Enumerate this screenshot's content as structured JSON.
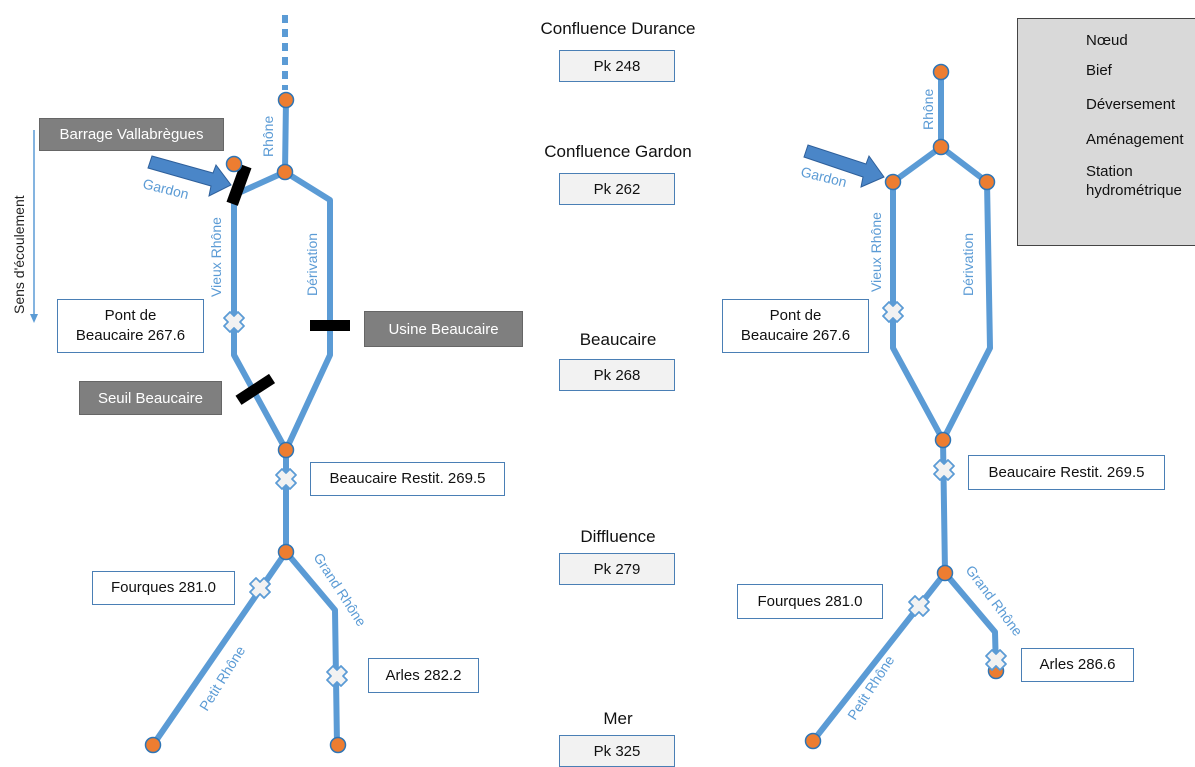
{
  "colors": {
    "river": "#5b9bd5",
    "node_fill": "#ed7d31",
    "node_stroke": "#2e75b6",
    "structure": "#000000",
    "tributary_arrow": "#4a86c8",
    "discharge_arrow": "#70ad47",
    "station_fill": "#f2f2f2",
    "station_stroke": "#5b9bd5",
    "label_box_border": "#4a7fb5",
    "work_box_fill": "#7f7f7f"
  },
  "sens": {
    "label": "Sens d'écoulement"
  },
  "pk_sections": [
    {
      "title": "Confluence Durance",
      "pk": "Pk 248"
    },
    {
      "title": "Confluence Gardon",
      "pk": "Pk 262"
    },
    {
      "title": "Beaucaire",
      "pk": "Pk 268"
    },
    {
      "title": "Diffluence",
      "pk": "Pk 279"
    },
    {
      "title": "Mer",
      "pk": "Pk 325"
    }
  ],
  "left_diagram": {
    "rivers": {
      "rhone": "Rhône",
      "gardon": "Gardon",
      "vieux_rhone": "Vieux Rhône",
      "derivation": "Dérivation",
      "grand_rhone": "Grand Rhône",
      "petit_rhone": "Petit Rhône"
    },
    "structures": {
      "barrage": "Barrage Vallabrègues",
      "usine": "Usine Beaucaire",
      "seuil": "Seuil Beaucaire"
    },
    "stations": {
      "pont_line1": "Pont de",
      "pont_line2": "Beaucaire 267.6",
      "restit": "Beaucaire Restit. 269.5",
      "fourques": "Fourques 281.0",
      "arles": "Arles 282.2"
    }
  },
  "right_diagram": {
    "rivers": {
      "rhone": "Rhône",
      "gardon": "Gardon",
      "vieux_rhone": "Vieux Rhône",
      "derivation": "Dérivation",
      "grand_rhone": "Grand Rhône",
      "petit_rhone": "Petit Rhône"
    },
    "stations": {
      "pont_line1": "Pont de",
      "pont_line2": "Beaucaire 267.6",
      "restit": "Beaucaire Restit. 269.5",
      "fourques": "Fourques 281.0",
      "arles": "Arles 286.6"
    }
  },
  "legend": {
    "noeud": "Nœud",
    "bief": "Bief",
    "deversement": "Déversement",
    "amenagement": "Aménagement",
    "station_line1": "Station",
    "station_line2": "hydrométrique"
  }
}
